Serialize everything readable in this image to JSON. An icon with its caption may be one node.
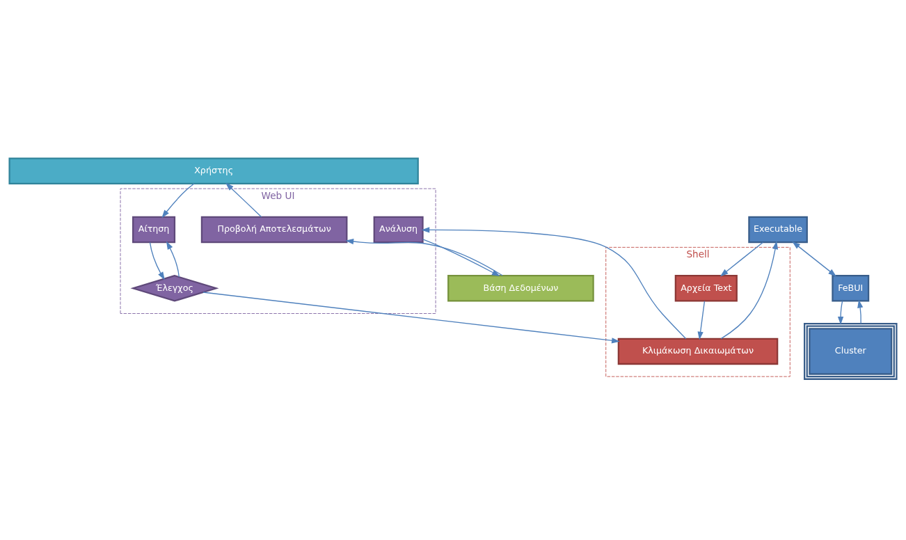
{
  "diagram": {
    "nodes": [
      {
        "text": [
          "Χρήστης"
        ]
      },
      {
        "text": [
          "Web UI"
        ]
      },
      {
        "text": [
          "Αίτηση"
        ],
        "in": 1
      },
      {
        "text": [
          "Έλεγχος"
        ],
        "in": 1
      },
      {
        "text": [
          "Ανάλυση"
        ],
        "in": 1
      },
      {
        "text": [
          "Προβολή Αποτελεσμάτων"
        ],
        "in": 1
      },
      {
        "text": [
          "Shell"
        ]
      },
      {
        "text": [
          "Κλιμάκωση Δικαιωμάτων"
        ],
        "in": 6
      },
      {
        "text": [
          "Αρχεία Text"
        ],
        "in": 6
      },
      {
        "text": [
          "Βάση Δεδομένων"
        ]
      },
      {
        "text": [
          "Executable"
        ]
      },
      {
        "text": [
          "FeBUI"
        ]
      },
      {
        "text": [
          "Cluster"
        ]
      }
    ],
    "edges": [
      {
        "from": 0,
        "to": 2,
        "arrow": "to"
      },
      {
        "from": 2,
        "to": 3,
        "arrow": "to"
      },
      {
        "from": 3,
        "to": 2,
        "arrow": "to"
      },
      {
        "from": 3,
        "to": 7,
        "arrow": "to"
      },
      {
        "from": 7,
        "to": 10,
        "arrow": "to"
      },
      {
        "from": 10,
        "to": 8,
        "arrow": "to"
      },
      {
        "from": 8,
        "to": 7,
        "arrow": "to"
      },
      {
        "from": 7,
        "to": 4,
        "arrow": "to"
      },
      {
        "from": 4,
        "to": 9,
        "arrow": "to"
      },
      {
        "from": 9,
        "to": 5,
        "arrow": "to"
      },
      {
        "from": 5,
        "to": 0,
        "arrow": "to"
      },
      {
        "from": 10,
        "to": 11,
        "arrow": "both"
      },
      {
        "from": 11,
        "to": 12,
        "arrow": "to"
      },
      {
        "from": 12,
        "to": 11,
        "arrow": "to"
      }
    ]
  }
}
